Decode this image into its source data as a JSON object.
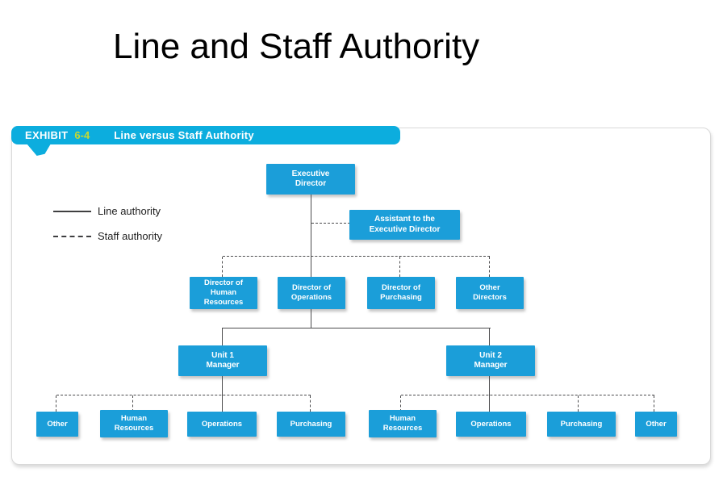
{
  "page": {
    "title": "Line and Staff Authority"
  },
  "exhibit": {
    "label": "EXHIBIT",
    "number": "6-4",
    "title": "Line versus Staff Authority"
  },
  "legend": {
    "line_label": "Line authority",
    "staff_label": "Staff authority"
  },
  "colors": {
    "node_fill": "#1b9ed9",
    "exhibit_bar": "#0cadde",
    "exhibit_number": "#c6d830",
    "connector": "#4c4c4e"
  },
  "nodes": {
    "executive_director": "Executive\nDirector",
    "assistant": "Assistant to the\nExecutive Director",
    "dir_human_resources": "Director of\nHuman\nResources",
    "dir_operations": "Director of\nOperations",
    "dir_purchasing": "Director of\nPurchasing",
    "other_directors": "Other\nDirectors",
    "unit1_manager": "Unit 1\nManager",
    "unit2_manager": "Unit 2\nManager",
    "u1_other": "Other",
    "u1_human_resources": "Human\nResources",
    "u1_operations": "Operations",
    "u1_purchasing": "Purchasing",
    "u2_human_resources": "Human\nResources",
    "u2_operations": "Operations",
    "u2_purchasing": "Purchasing",
    "u2_other": "Other"
  },
  "edges": [
    {
      "from": "Executive Director",
      "to": "Director of Operations",
      "authority": "line"
    },
    {
      "from": "Executive Director",
      "to": "Assistant to the Executive Director",
      "authority": "staff"
    },
    {
      "from": "Executive Director",
      "to": "Director of Human Resources",
      "authority": "staff"
    },
    {
      "from": "Executive Director",
      "to": "Director of Purchasing",
      "authority": "staff"
    },
    {
      "from": "Executive Director",
      "to": "Other Directors",
      "authority": "staff"
    },
    {
      "from": "Director of Operations",
      "to": "Unit 1 Manager",
      "authority": "line"
    },
    {
      "from": "Director of Operations",
      "to": "Unit 2 Manager",
      "authority": "line"
    },
    {
      "from": "Unit 1 Manager",
      "to": "Other (Unit 1)",
      "authority": "staff"
    },
    {
      "from": "Unit 1 Manager",
      "to": "Human Resources (Unit 1)",
      "authority": "staff"
    },
    {
      "from": "Unit 1 Manager",
      "to": "Operations (Unit 1)",
      "authority": "line"
    },
    {
      "from": "Unit 1 Manager",
      "to": "Purchasing (Unit 1)",
      "authority": "staff"
    },
    {
      "from": "Unit 2 Manager",
      "to": "Human Resources (Unit 2)",
      "authority": "staff"
    },
    {
      "from": "Unit 2 Manager",
      "to": "Operations (Unit 2)",
      "authority": "line"
    },
    {
      "from": "Unit 2 Manager",
      "to": "Purchasing (Unit 2)",
      "authority": "staff"
    },
    {
      "from": "Unit 2 Manager",
      "to": "Other (Unit 2)",
      "authority": "staff"
    }
  ]
}
